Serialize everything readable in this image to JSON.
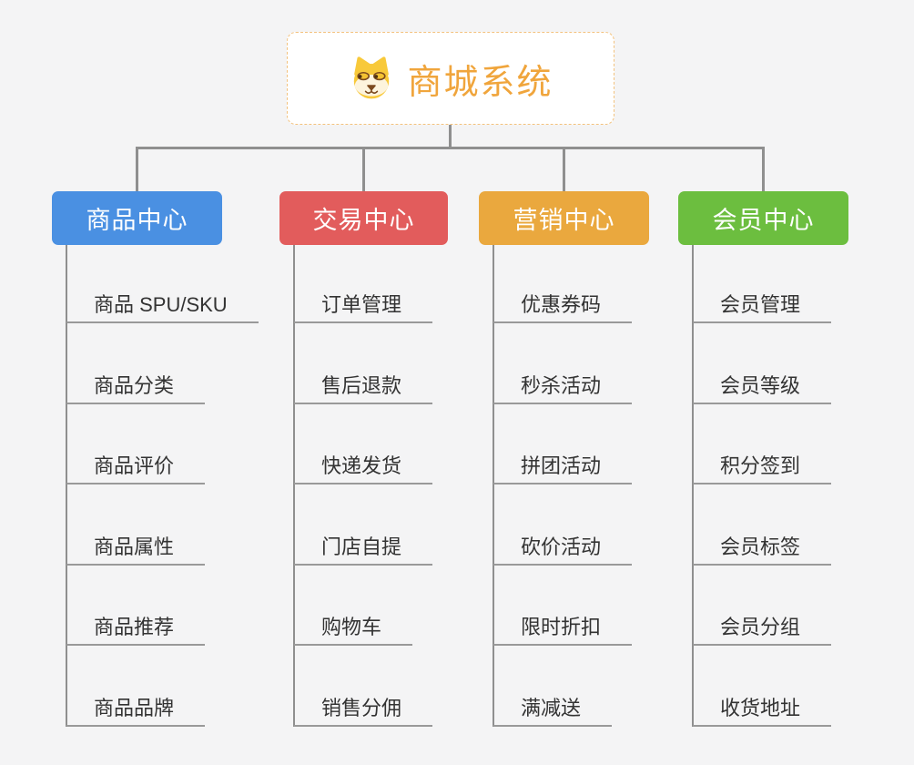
{
  "canvas": {
    "background": "#f4f4f5",
    "connector_color": "#8f8f8f",
    "underline_color": "#999999"
  },
  "root": {
    "title": "商城系统",
    "icon": "doge-face-icon",
    "title_color": "#f0a53c",
    "border_color": "#f3c27e"
  },
  "branches": [
    {
      "label": "商品中心",
      "color": "#4a90e2",
      "children": [
        "商品 SPU/SKU",
        "商品分类",
        "商品评价",
        "商品属性",
        "商品推荐",
        "商品品牌"
      ]
    },
    {
      "label": "交易中心",
      "color": "#e25c5c",
      "children": [
        "订单管理",
        "售后退款",
        "快递发货",
        "门店自提",
        "购物车",
        "销售分佣"
      ]
    },
    {
      "label": "营销中心",
      "color": "#eaa83e",
      "children": [
        "优惠券码",
        "秒杀活动",
        "拼团活动",
        "砍价活动",
        "限时折扣",
        "满减送"
      ]
    },
    {
      "label": "会员中心",
      "color": "#6cbe3f",
      "children": [
        "会员管理",
        "会员等级",
        "积分签到",
        "会员标签",
        "会员分组",
        "收货地址"
      ]
    }
  ]
}
